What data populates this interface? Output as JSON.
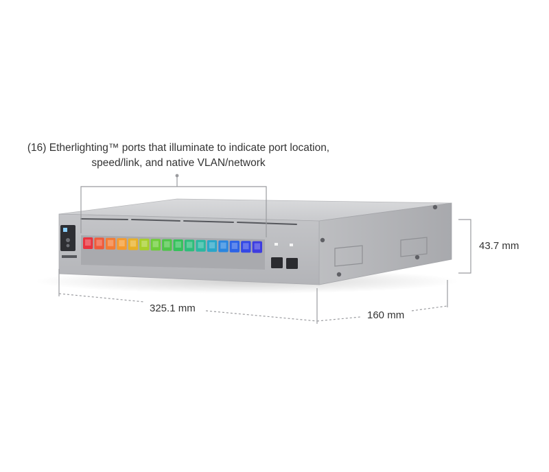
{
  "callout": {
    "line1": "(16) Etherlighting™ ports that illuminate to indicate port location,",
    "line2": "speed/link, and native VLAN/network"
  },
  "dimensions": {
    "height": "43.7 mm",
    "width": "325.1 mm",
    "depth": "160 mm"
  },
  "ports": {
    "count": 16,
    "colors": [
      "#e8343f",
      "#f05a3a",
      "#f37b35",
      "#f59a2f",
      "#e8b028",
      "#a7cf2c",
      "#6fcc3b",
      "#4fc44a",
      "#36c15c",
      "#2ebd7a",
      "#2bb8a0",
      "#2aa6c8",
      "#2a86df",
      "#2d63e6",
      "#3448e6",
      "#3d3ce0"
    ]
  },
  "sfp": {
    "count": 2
  }
}
